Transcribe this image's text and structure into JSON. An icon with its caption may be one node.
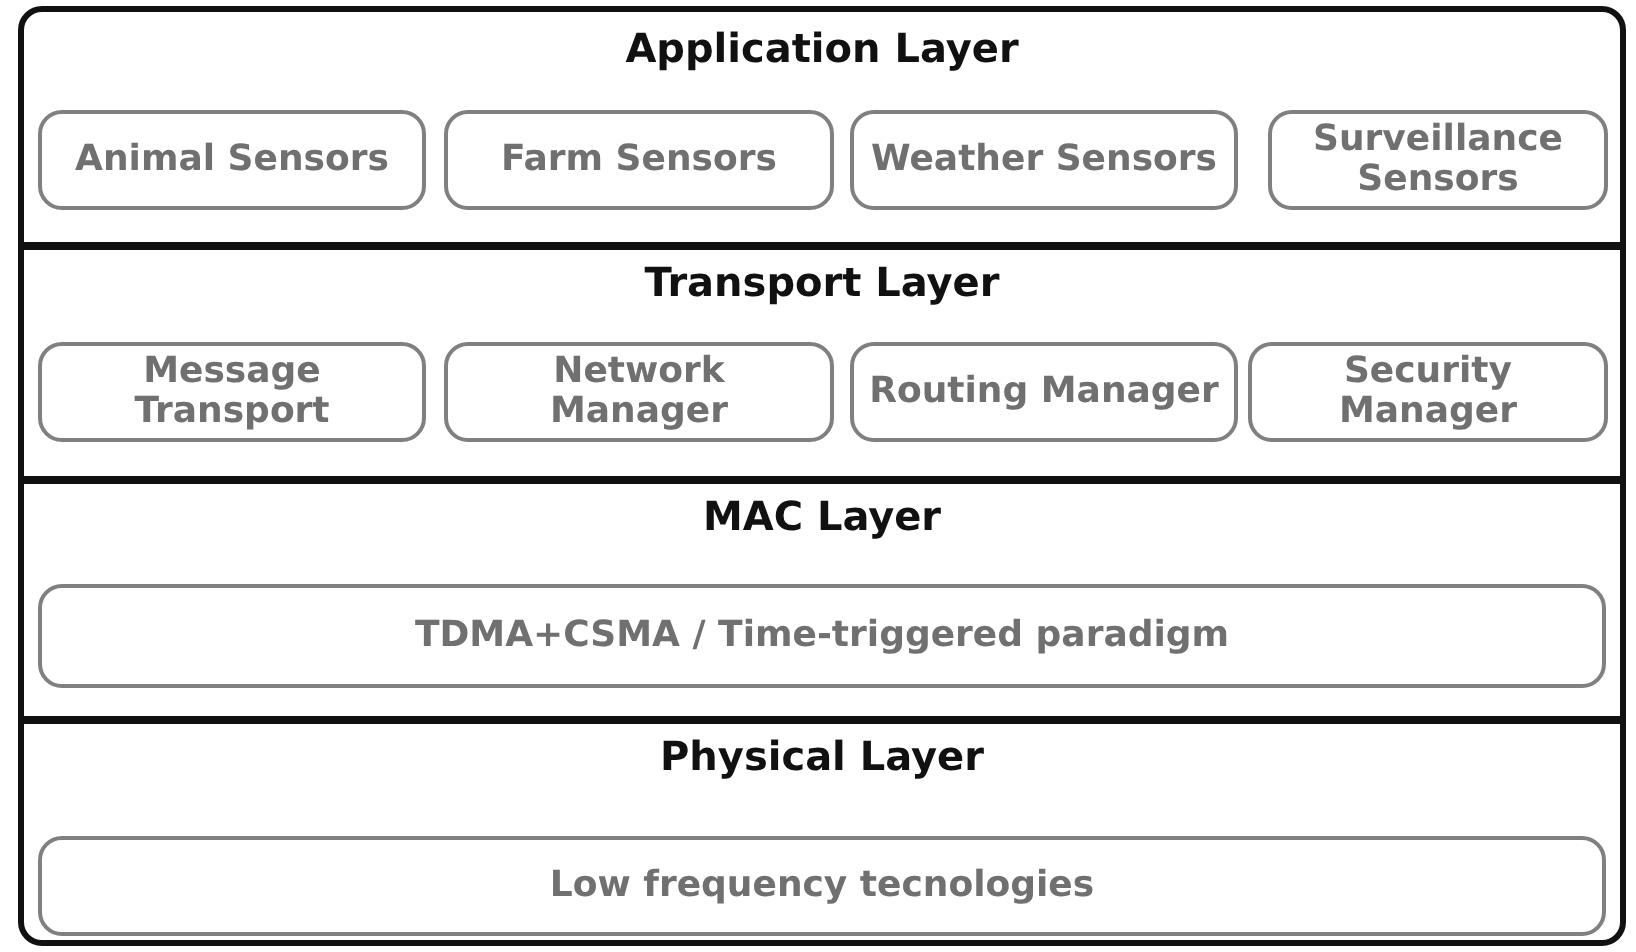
{
  "diagram": {
    "nodes": [
      {
        "text": [
          "Application Layer"
        ]
      },
      {
        "text": [
          "Animal Sensors"
        ],
        "in": 0
      },
      {
        "text": [
          "Farm Sensors"
        ],
        "in": 0
      },
      {
        "text": [
          "Weather Sensors"
        ],
        "in": 0
      },
      {
        "text": [
          "Surveillance Sensors"
        ],
        "in": 0
      },
      {
        "text": [
          "Transport Layer"
        ]
      },
      {
        "text": [
          "Message Transport"
        ],
        "in": 5
      },
      {
        "text": [
          "Network Manager"
        ],
        "in": 5
      },
      {
        "text": [
          "Routing Manager"
        ],
        "in": 5
      },
      {
        "text": [
          "Security Manager"
        ],
        "in": 5
      },
      {
        "text": [
          "MAC Layer"
        ]
      },
      {
        "text": [
          "TDMA+CSMA / Time-triggered paradigm"
        ],
        "in": 10
      },
      {
        "text": [
          "Physical Layer"
        ]
      },
      {
        "text": [
          "Low frequency tecnologies"
        ],
        "in": 12
      }
    ],
    "edges": []
  }
}
